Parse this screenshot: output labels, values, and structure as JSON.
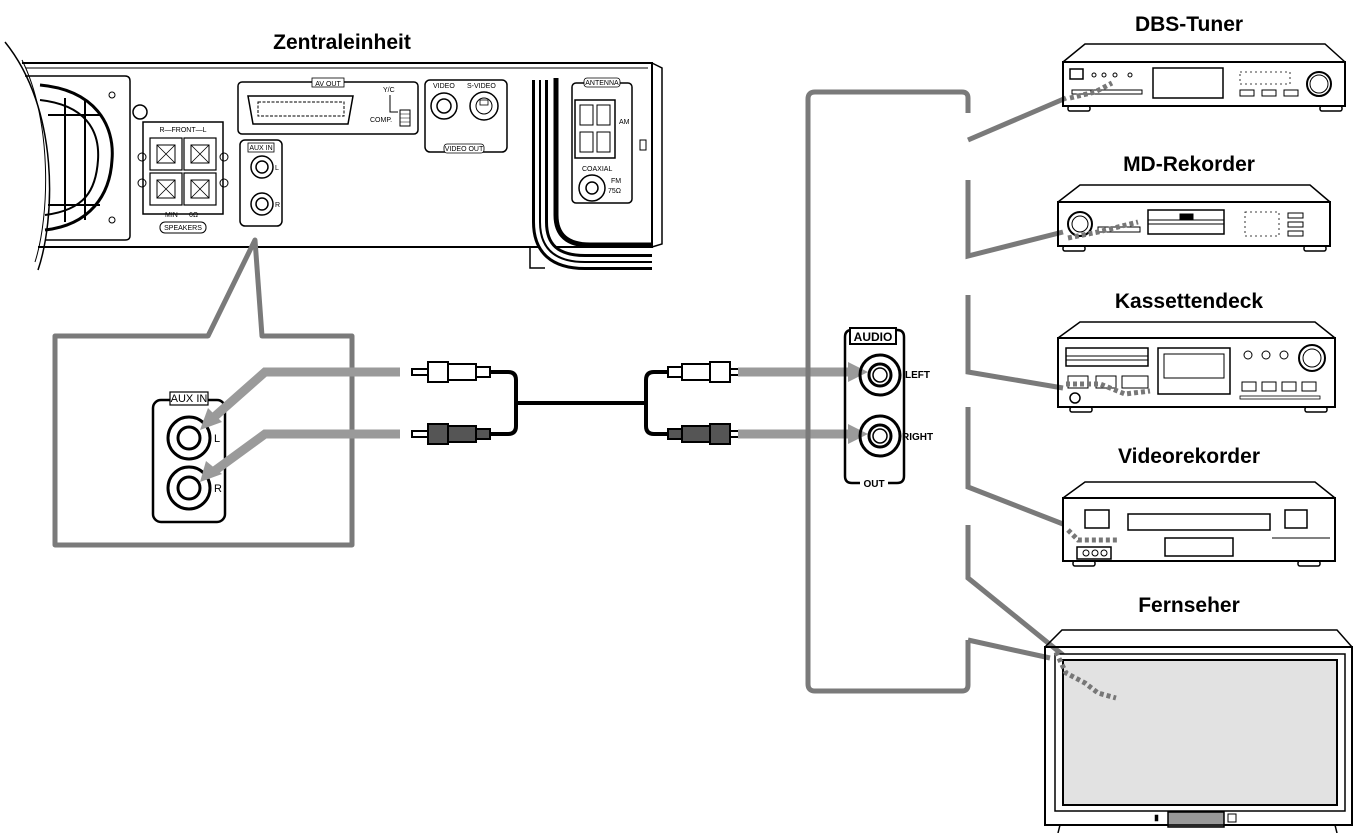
{
  "titles": {
    "central_unit": "Zentraleinheit",
    "dbs_tuner": "DBS-Tuner",
    "md_recorder": "MD-Rekorder",
    "cassette_deck": "Kassettendeck",
    "video_recorder": "Videorekorder",
    "tv": "Fernseher"
  },
  "central_unit_panel": {
    "av_out": "AV OUT",
    "yc": "Y/C",
    "comp": "COMP.",
    "video": "VIDEO",
    "s_video": "S-VIDEO",
    "video_out": "VIDEO OUT",
    "antenna": "ANTENNA",
    "am": "AM",
    "coaxial": "COAXIAL",
    "fm": "FM",
    "fm_ohm": "75Ω",
    "aux_in": "AUX IN",
    "l": "L",
    "r": "R",
    "front": "R—FRONT—L",
    "min": "MIN",
    "min_ohm": "6Ω",
    "speakers": "SPEAKERS"
  },
  "zoom": {
    "aux_in": "AUX IN",
    "l": "L",
    "r": "R"
  },
  "audio_out": {
    "audio": "AUDIO",
    "left": "LEFT",
    "right": "RIGHT",
    "out": "OUT"
  },
  "colors": {
    "line": "#000000",
    "arrow": "#9a9a9a",
    "bracket": "#7a7a7a",
    "screen": "#e2e2e2"
  }
}
